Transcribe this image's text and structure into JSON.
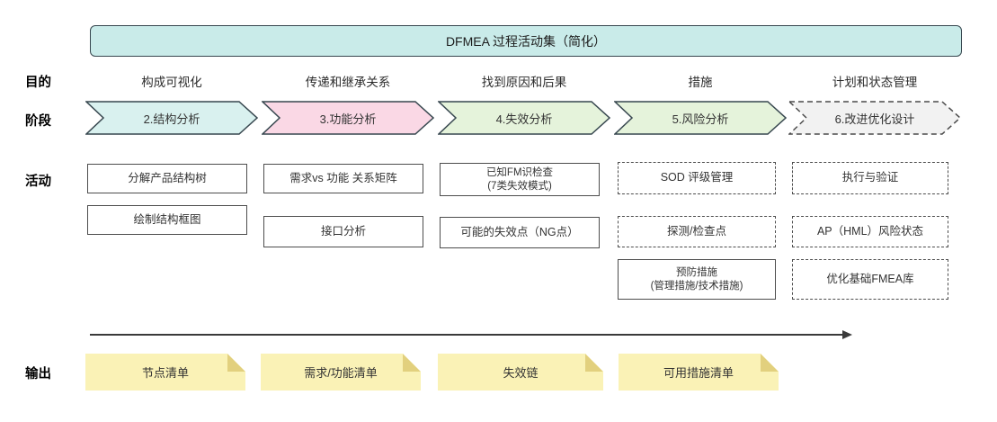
{
  "banner": {
    "title": "DFMEA 过程活动集（简化）"
  },
  "row_labels": {
    "purpose": "目的",
    "phase": "阶段",
    "activity": "活动",
    "output": "输出"
  },
  "colors": {
    "banner_fill": "#c9ebe9",
    "outline": "#37474f",
    "phase_structure_fill": "#d9f1ef",
    "phase_function_fill": "#fad8e5",
    "phase_failure_fill": "#e5f3db",
    "phase_risk_fill": "#e5f3db",
    "phase_optimize_fill": "#f2f2f2",
    "sticky_fill": "#faf2b6",
    "sticky_fold": "#e2d07e"
  },
  "columns": [
    {
      "purpose": "构成可视化",
      "phase": {
        "label": "2.结构分析",
        "fill": "#d9f1ef",
        "style": "solid"
      },
      "activities": [
        {
          "line1": "分解产品结构树",
          "style": "solid"
        },
        {
          "line1": "绘制结构框图",
          "style": "solid"
        }
      ],
      "output": "节点清单"
    },
    {
      "purpose": "传递和继承关系",
      "phase": {
        "label": "3.功能分析",
        "fill": "#fad8e5",
        "style": "solid"
      },
      "activities": [
        {
          "line1": "需求vs 功能 关系矩阵",
          "style": "solid"
        },
        {
          "line1": "接口分析",
          "style": "solid"
        }
      ],
      "output": "需求/功能清单"
    },
    {
      "purpose": "找到原因和后果",
      "phase": {
        "label": "4.失效分析",
        "fill": "#e5f3db",
        "style": "solid"
      },
      "activities": [
        {
          "line1": "已知FM识检查",
          "line2": "(7类失效模式)",
          "style": "solid"
        },
        {
          "line1": "可能的失效点（NG点）",
          "style": "solid"
        }
      ],
      "output": "失效链"
    },
    {
      "purpose": "措施",
      "phase": {
        "label": "5.风险分析",
        "fill": "#e5f3db",
        "style": "solid"
      },
      "activities": [
        {
          "line1": "SOD 评级管理",
          "style": "dashed"
        },
        {
          "line1": "探测/检查点",
          "style": "dashed"
        },
        {
          "line1": "预防措施",
          "line2": "(管理措施/技术措施)",
          "style": "solid"
        }
      ],
      "output": "可用措施清单"
    },
    {
      "purpose": "计划和状态管理",
      "phase": {
        "label": "6.改进优化设计",
        "fill": "#f2f2f2",
        "style": "dashed"
      },
      "activities": [
        {
          "line1": "执行与验证",
          "style": "dashed"
        },
        {
          "line1": "AP（HML）风险状态",
          "style": "dashed"
        },
        {
          "line1": "优化基础FMEA库",
          "style": "dashed"
        }
      ]
    }
  ]
}
